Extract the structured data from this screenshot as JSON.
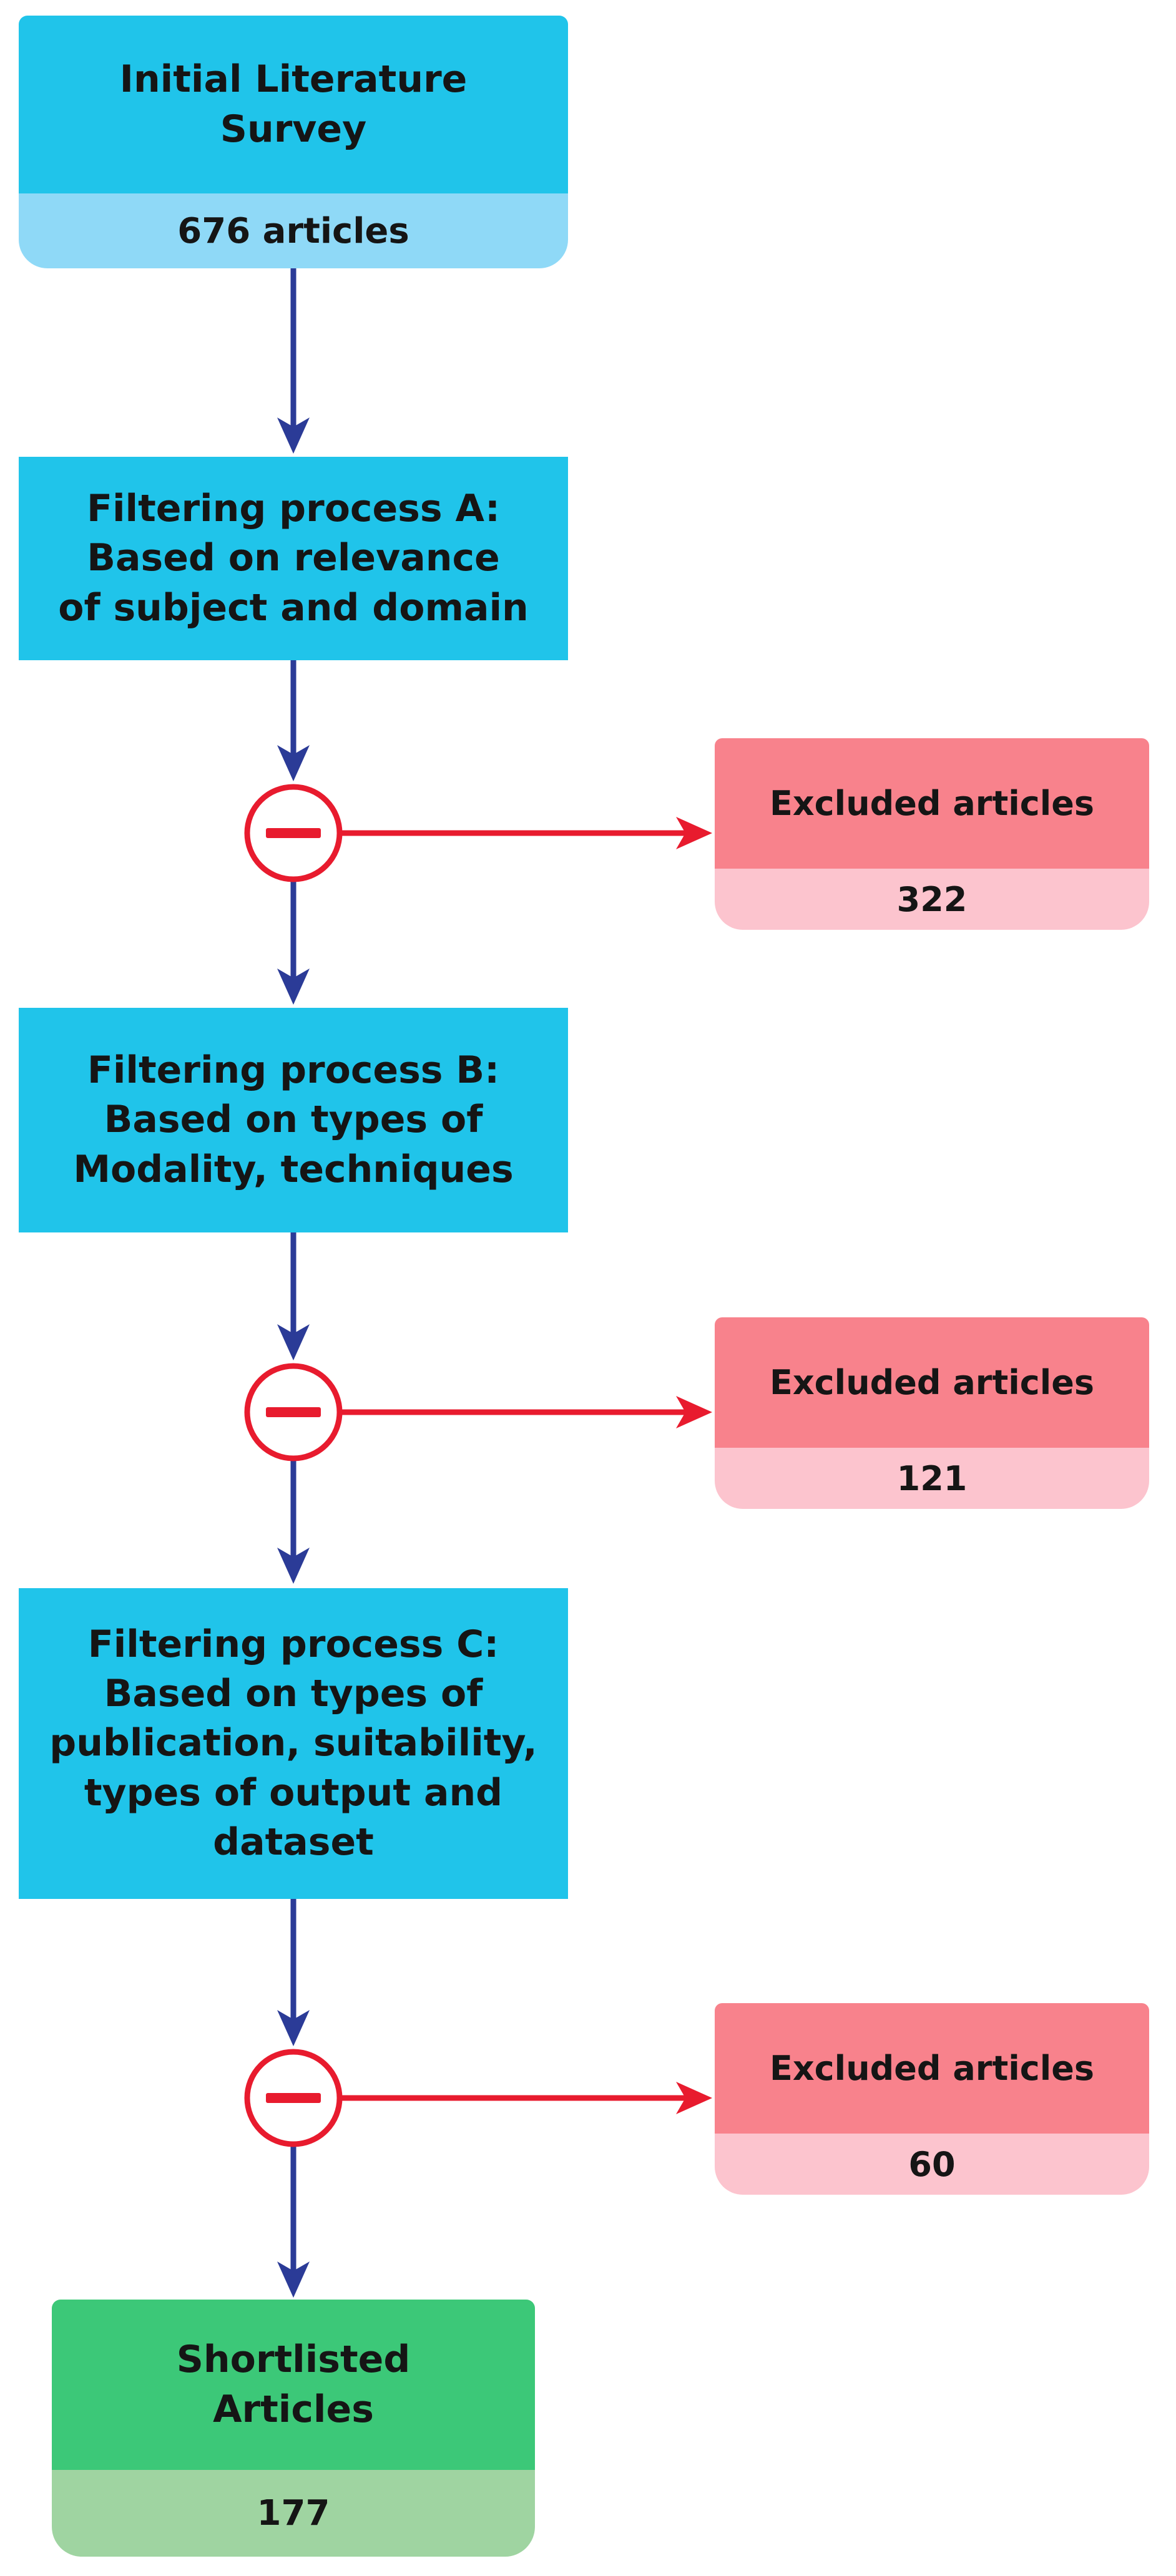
{
  "flow": {
    "initial": {
      "label": "Initial Literature\nSurvey",
      "count": "676 articles"
    },
    "filters": [
      {
        "label": "Filtering process A:\nBased on relevance\nof subject and domain"
      },
      {
        "label": "Filtering process B:\nBased on types of\nModality, techniques"
      },
      {
        "label": "Filtering process C:\nBased on types of\npublication, suitability,\ntypes of output and\ndataset"
      }
    ],
    "excluded": [
      {
        "label": "Excluded articles",
        "count": "322"
      },
      {
        "label": "Excluded articles",
        "count": "121"
      },
      {
        "label": "Excluded articles",
        "count": "60"
      }
    ],
    "shortlisted": {
      "label": "Shortlisted\nArticles",
      "count": "177"
    }
  },
  "colors": {
    "cyan": "#20C4EA",
    "cyan-light": "#8FD9F7",
    "salmon": "#F8828C",
    "salmon-light": "#FCC4CE",
    "green": "#3CC878",
    "green-light": "#9FD4A1",
    "navy": "#2B3B97",
    "red": "#E81B2E",
    "text": "#151515"
  }
}
